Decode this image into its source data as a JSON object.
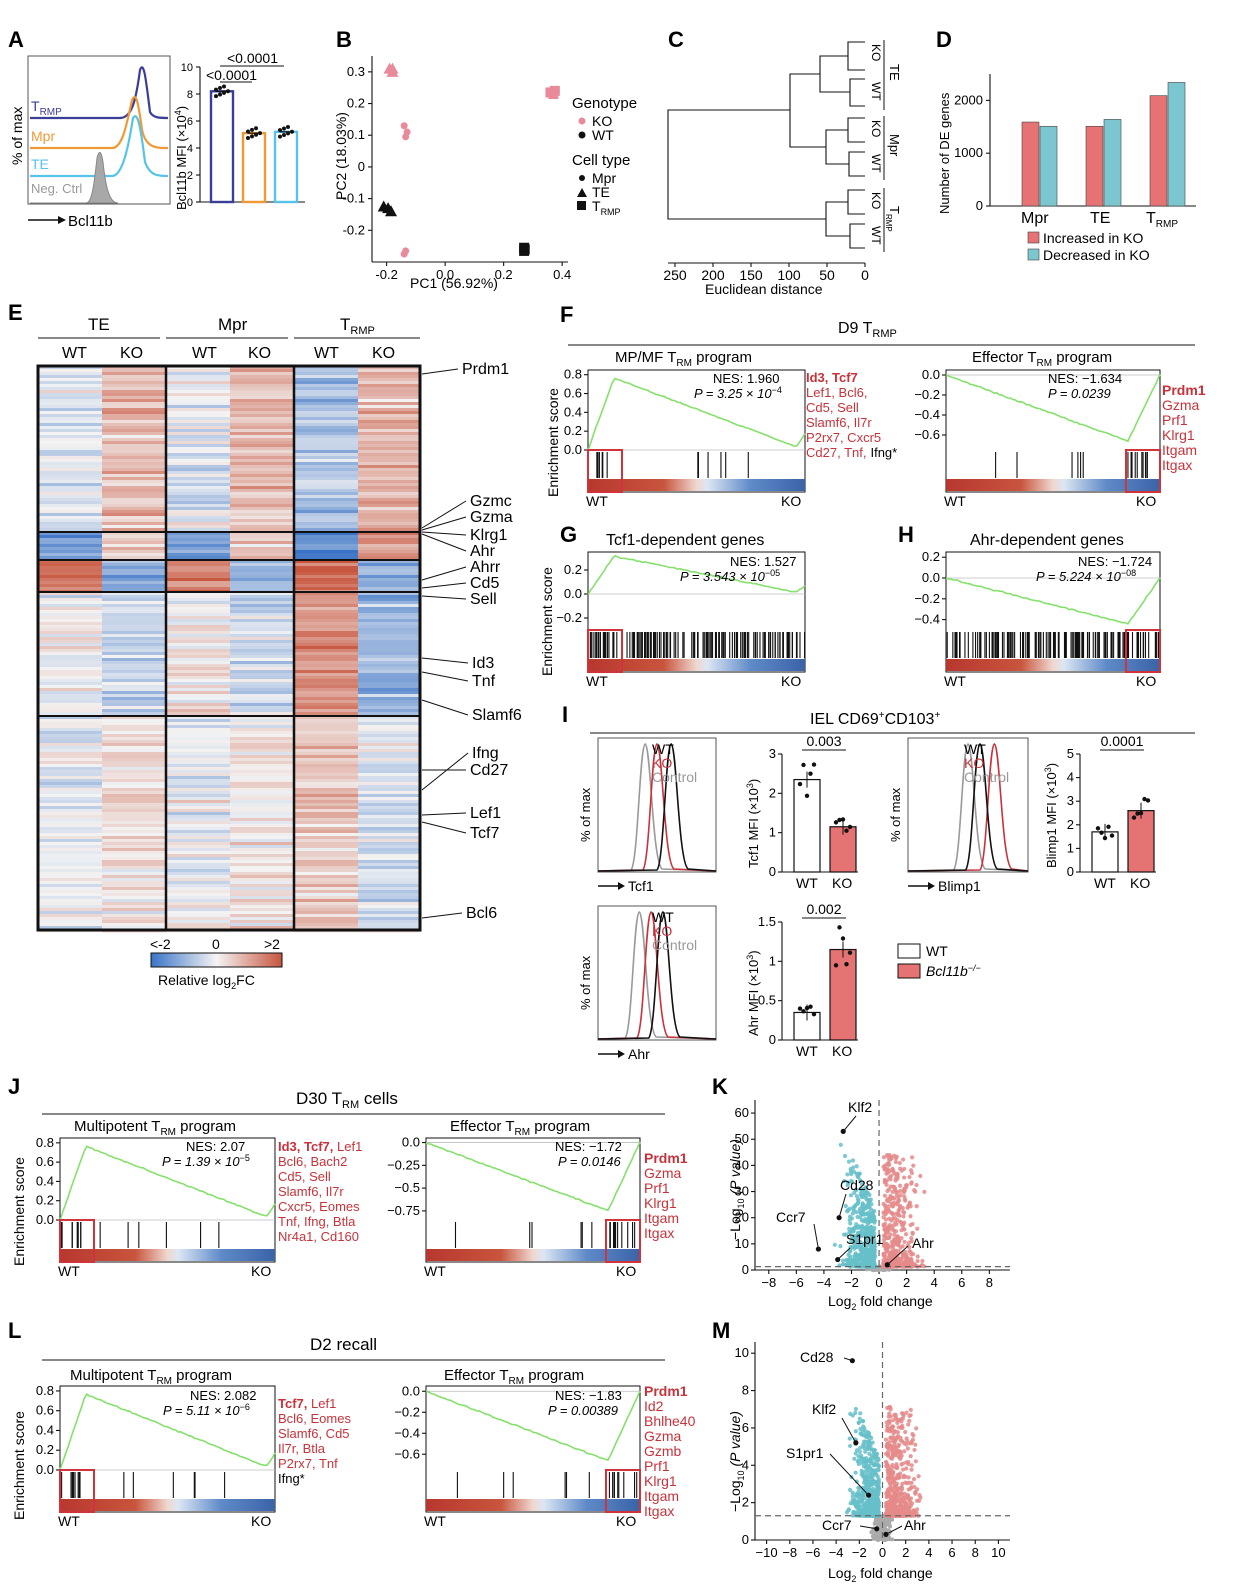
{
  "panel_letters": [
    "A",
    "B",
    "C",
    "D",
    "E",
    "F",
    "G",
    "H",
    "I",
    "J",
    "K",
    "L",
    "M"
  ],
  "colors": {
    "wt_blue": "#3a3e96",
    "mpr_orange": "#f09a36",
    "te_cyan": "#58c3e8",
    "neg_gray": "#a8a8a8",
    "ko_red": "#e57373",
    "ko_pink": "#e98a9b",
    "decreased_teal": "#7cc7cf",
    "gsea_green": "#86e06c",
    "heat_red": "#c8553d",
    "heat_blue": "#3a73c6",
    "volcano_teal": "#66c0c9",
    "volcano_red": "#e58a8a"
  },
  "A": {
    "hist_ylabel": "% of max",
    "hist_xlabel": "Bcl11b",
    "labels": [
      "T",
      "RMP",
      "Mpr",
      "TE",
      "Neg. Ctrl"
    ],
    "bar_ylabel": "Bcl11b MFI (×10",
    "bar_ylabel_sup": "4",
    "bar_ylabel_end": ")",
    "pvals": [
      "<0.0001",
      "<0.0001"
    ],
    "chart_data": {
      "type": "bar",
      "categories": [
        "TRMP",
        "Mpr",
        "TE"
      ],
      "values": [
        8.2,
        5.1,
        5.2
      ],
      "ylim": [
        0,
        10
      ],
      "yticks": [
        0,
        2,
        4,
        6,
        8,
        10
      ]
    }
  },
  "B": {
    "xlabel": "PC1 (56.92%)",
    "ylabel": "PC2 (18.03%)",
    "legend": {
      "genotype_title": "Genotype",
      "ko": "KO",
      "wt": "WT",
      "celltype_title": "Cell type",
      "mpr": "Mpr",
      "te": "TE",
      "t": "T",
      "rmp": "RMP"
    },
    "chart_data": {
      "type": "scatter",
      "xlim": [
        -0.25,
        0.42
      ],
      "ylim": [
        -0.3,
        0.35
      ],
      "xticks": [
        -0.2,
        0.0,
        0.2,
        0.4
      ],
      "xtick_labels": [
        "-0.2",
        "0.0",
        "0.2",
        "0.4"
      ],
      "yticks": [
        -0.2,
        -0.1,
        0,
        0.1,
        0.2,
        0.3
      ],
      "ytick_labels": [
        "-0.2",
        "-0.1",
        "0",
        "0.1",
        "0.2",
        "0.3"
      ],
      "series": [
        {
          "genotype": "KO",
          "celltype": "TE",
          "points": [
            [
              -0.19,
              0.31
            ],
            [
              -0.18,
              0.3
            ],
            [
              -0.18,
              0.31
            ]
          ]
        },
        {
          "genotype": "KO",
          "celltype": "Mpr",
          "points": [
            [
              -0.14,
              0.13
            ],
            [
              -0.13,
              0.11
            ],
            [
              -0.135,
              0.095
            ],
            [
              -0.14,
              -0.275
            ],
            [
              -0.135,
              -0.265
            ]
          ]
        },
        {
          "genotype": "KO",
          "celltype": "TRMP",
          "points": [
            [
              0.36,
              0.235
            ],
            [
              0.375,
              0.24
            ],
            [
              0.37,
              0.23
            ]
          ]
        },
        {
          "genotype": "WT",
          "celltype": "TE",
          "points": [
            [
              -0.21,
              -0.125
            ],
            [
              -0.195,
              -0.13
            ],
            [
              -0.185,
              -0.14
            ]
          ]
        },
        {
          "genotype": "WT",
          "celltype": "TRMP",
          "points": [
            [
              0.27,
              -0.255
            ],
            [
              0.27,
              -0.265
            ],
            [
              0.272,
              -0.26
            ]
          ]
        }
      ]
    }
  },
  "C": {
    "xlabel": "Euclidean distance",
    "xticks": [
      250,
      200,
      150,
      100,
      50,
      0
    ],
    "leaves": [
      "KO",
      "WT",
      "KO",
      "WT",
      "KO",
      "WT"
    ],
    "groups": [
      "TE",
      "Mpr",
      "T",
      "RMP"
    ]
  },
  "D": {
    "ylabel": "Number of DE genes",
    "legend_inc": "Increased in KO",
    "legend_dec": "Decreased in KO",
    "rmp": "RMP",
    "chart_data": {
      "type": "bar",
      "categories": [
        "Mpr",
        "TE",
        "TRMP"
      ],
      "series": [
        {
          "name": "Increased in KO",
          "values": [
            1590,
            1510,
            2090
          ]
        },
        {
          "name": "Decreased in KO",
          "values": [
            1510,
            1640,
            2340
          ]
        }
      ],
      "ylim": [
        0,
        2500
      ],
      "yticks": [
        0,
        1000,
        2000
      ]
    }
  },
  "E": {
    "columns": [
      "TE",
      "Mpr",
      "T"
    ],
    "rmp": "RMP",
    "sub": [
      "WT",
      "KO",
      "WT",
      "KO",
      "WT",
      "KO"
    ],
    "genes": [
      "Prdm1",
      "Gzmc",
      "Gzma",
      "Klrg1",
      "Ahr",
      "Ahrr",
      "Cd5",
      "Sell",
      "Id3",
      "Tnf",
      "Slamf6",
      "Ifng",
      "Cd27",
      "Lef1",
      "Tcf7",
      "Bcl6"
    ],
    "scale_labels": [
      "<-2",
      "0",
      ">2"
    ],
    "scale_title": "Relative log",
    "scale_sub": "2",
    "scale_end": "FC"
  },
  "F": {
    "title_main": "D9 T",
    "title_sub": "RMP",
    "left_title": "MP/MF T",
    "left_title_sub": "RM",
    "left_title_end": " program",
    "left_nes": "NES: 1.960",
    "left_p": "P = 3.25 × 10",
    "left_p_exp": "−4",
    "left_genes_bold": "Id3, Tcf7",
    "left_genes": [
      "Lef1, Bcl6,",
      "Cd5, Sell",
      "Slamf6, Il7r",
      "P2rx7, Cxcr5",
      "Cd27, Tnf,"
    ],
    "left_genes_black": "Ifng*",
    "right_title": "Effector T",
    "right_title_sub": "RM",
    "right_title_end": " program",
    "right_nes": "NES: −1.634",
    "right_p": "P = 0.0239",
    "right_genes_bold": "Prdm1",
    "right_genes": [
      "Gzma",
      "Prf1",
      "Klrg1",
      "Itgam",
      "Itgax"
    ],
    "ylabel": "Enrichment score",
    "wt": "WT",
    "ko": "KO",
    "left_yticks": [
      "0.8",
      "0.6",
      "0.4",
      "0.2",
      "0.0"
    ],
    "right_yticks": [
      "0.0",
      "−0.2",
      "−0.4",
      "−0.6"
    ]
  },
  "G": {
    "title": "Tcf1-dependent genes",
    "nes": "NES: 1.527",
    "p": "P = 3.543 × 10",
    "p_exp": "−05",
    "yticks": [
      "0.2",
      "0.0",
      "−0.2"
    ],
    "ylabel": "Enrichment score",
    "wt": "WT",
    "ko": "KO"
  },
  "H": {
    "title": "Ahr-dependent genes",
    "nes": "NES: −1.724",
    "p": "P = 5.224 × 10",
    "p_exp": "−08",
    "yticks": [
      "0.2",
      "0.0",
      "−0.2",
      "−0.4"
    ],
    "wt": "WT",
    "ko": "KO"
  },
  "I": {
    "title": "IEL CD69",
    "title_sup1": "+",
    "title_mid": "CD103",
    "title_sup2": "+",
    "hist_ylabel": "% of max",
    "leg_wt": "WT",
    "leg_ko": "KO",
    "leg_ctrl": "Control",
    "hist1_x": "Tcf1",
    "hist2_x": "Blimp1",
    "hist3_x": "Ahr",
    "bar1_ylabel": "Tcf1 MFI (×10",
    "bar1_p": "0.003",
    "bar1_yticks": [
      "0",
      "1",
      "2",
      "3"
    ],
    "bar2_ylabel": "Blimp1 MFI (×10",
    "bar2_p": "0.0001",
    "bar2_yticks": [
      "0",
      "1",
      "2",
      "3",
      "4",
      "5"
    ],
    "bar3_ylabel": "Ahr MFI (×10",
    "bar3_p": "0.002",
    "bar3_yticks": [
      "0",
      "0.5",
      "1",
      "1.5"
    ],
    "sup3": "3",
    "cats": [
      "WT",
      "KO"
    ],
    "legend_wt": "WT",
    "legend_ko": "Bcl11b",
    "legend_ko_sup": "−/−",
    "chart_data": [
      {
        "type": "bar",
        "categories": [
          "WT",
          "KO"
        ],
        "values": [
          2.35,
          1.15
        ],
        "ylim": [
          0,
          3
        ]
      },
      {
        "type": "bar",
        "categories": [
          "WT",
          "KO"
        ],
        "values": [
          1.7,
          2.6
        ],
        "ylim": [
          0,
          5
        ]
      },
      {
        "type": "bar",
        "categories": [
          "WT",
          "KO"
        ],
        "values": [
          0.35,
          1.15
        ],
        "ylim": [
          0,
          1.5
        ]
      }
    ]
  },
  "J": {
    "title_main": "D30 T",
    "title_sub": "RM",
    "title_end": " cells",
    "left_title": "Multipotent T",
    "left_title_sub": "RM",
    "left_title_end": " program",
    "left_nes": "NES: 2.07",
    "left_p": "P = 1.39 × 10",
    "left_p_exp": "−5",
    "left_genes_bold": "Id3, Tcf7,",
    "left_genes_first": " Lef1",
    "left_genes": [
      "Bcl6, Bach2",
      "Cd5, Sell",
      "Slamf6, Il7r",
      "Cxcr5, Eomes",
      "Tnf, Ifng, Btla",
      "Nr4a1, Cd160"
    ],
    "right_title": "Effector T",
    "right_title_sub": "RM",
    "right_title_end": " program",
    "right_nes": "NES: −1.72",
    "right_p": "P = 0.0146",
    "right_genes_bold": "Prdm1",
    "right_genes": [
      "Gzma",
      "Prf1",
      "Klrg1",
      "Itgam",
      "Itgax"
    ],
    "ylabel": "Enrichment score",
    "wt": "WT",
    "ko": "KO",
    "left_yticks": [
      "0.8",
      "0.6",
      "0.4",
      "0.2",
      "0.0"
    ],
    "right_yticks": [
      "0.0",
      "−0.25",
      "−0.5",
      "−0.75"
    ]
  },
  "K": {
    "xlabel": "Log",
    "xlabel_sub": "2",
    "xlabel_end": " fold change",
    "ylabel": "−Log",
    "ylabel_sub": "10",
    "ylabel_end": " (P value)",
    "xticks": [
      "−8",
      "−6",
      "−4",
      "−2",
      "0",
      "2",
      "4",
      "6",
      "8"
    ],
    "yticks": [
      "0",
      "10",
      "20",
      "30",
      "40",
      "50",
      "60"
    ],
    "genes": [
      "Klf2",
      "Cd28",
      "Ccr7",
      "S1pr1",
      "Ahr"
    ],
    "chart_data": {
      "type": "scatter",
      "xlim": [
        -9,
        9.5
      ],
      "ylim": [
        0,
        65
      ],
      "labeled": [
        {
          "gene": "Klf2",
          "x": -2.6,
          "y": 53
        },
        {
          "gene": "Cd28",
          "x": -2.9,
          "y": 20
        },
        {
          "gene": "Ccr7",
          "x": -4.4,
          "y": 8
        },
        {
          "gene": "S1pr1",
          "x": -3.0,
          "y": 4
        },
        {
          "gene": "Ahr",
          "x": 0.6,
          "y": 2
        }
      ]
    }
  },
  "L": {
    "title": "D2 recall",
    "left_title": "Multipotent T",
    "left_title_sub": "RM",
    "left_title_end": " program",
    "left_nes": "NES: 2.082",
    "left_p": "P = 5.11 × 10",
    "left_p_exp": "−6",
    "left_genes_bold": "Tcf7,",
    "left_genes_first": " Lef1",
    "left_genes": [
      "Bcl6, Eomes",
      "Slamf6, Cd5",
      "Il7r, Btla",
      "P2rx7, Tnf"
    ],
    "left_genes_black": "Ifng*",
    "right_title": "Effector T",
    "right_title_sub": "RM",
    "right_title_end": " program",
    "right_nes": "NES: −1.83",
    "right_p": "P = 0.00389",
    "right_genes_bold": "Prdm1",
    "right_genes": [
      "Id2",
      "Bhlhe40",
      "Gzma",
      "Gzmb",
      "Prf1",
      "Klrg1",
      "Itgam",
      "Itgax"
    ],
    "ylabel": "Enrichment score",
    "wt": "WT",
    "ko": "KO",
    "left_yticks": [
      "0.8",
      "0.6",
      "0.4",
      "0.2",
      "0.0"
    ],
    "right_yticks": [
      "0.0",
      "−0.2",
      "−0.4",
      "−0.6"
    ]
  },
  "M": {
    "xlabel": "Log",
    "xlabel_sub": "2",
    "xlabel_end": " fold change",
    "ylabel": "−Log",
    "ylabel_sub": "10",
    "ylabel_end": " (P value)",
    "xticks": [
      "−10",
      "−8",
      "−6",
      "−4",
      "−2",
      "0",
      "2",
      "4",
      "6",
      "8",
      "10"
    ],
    "yticks": [
      "0",
      "2",
      "4",
      "6",
      "8",
      "10"
    ],
    "genes": [
      "Cd28",
      "Klf2",
      "S1pr1",
      "Ccr7",
      "Ahr"
    ],
    "chart_data": {
      "type": "scatter",
      "xlim": [
        -11,
        11
      ],
      "ylim": [
        0,
        10.6
      ],
      "labeled": [
        {
          "gene": "Cd28",
          "x": -2.6,
          "y": 9.6
        },
        {
          "gene": "Klf2",
          "x": -2.3,
          "y": 5.2
        },
        {
          "gene": "S1pr1",
          "x": -1.2,
          "y": 2.4
        },
        {
          "gene": "Ccr7",
          "x": -0.5,
          "y": 0.6
        },
        {
          "gene": "Ahr",
          "x": 0.3,
          "y": 0.3
        }
      ]
    }
  }
}
